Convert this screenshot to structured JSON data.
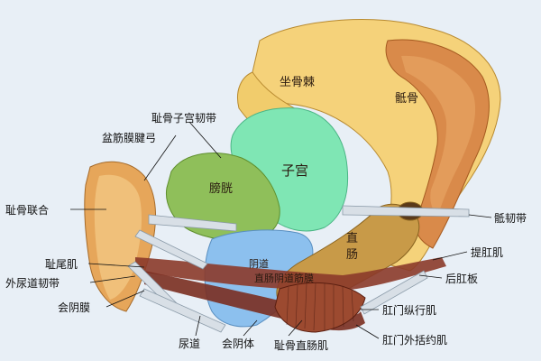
{
  "labels": {
    "sacroiliac_area": "坐骨棘",
    "sacrum": "骶骨",
    "uterus": "子宫",
    "bladder": "膀胱",
    "rectum": "直\n肠",
    "vagina": "阴道",
    "rectovaginal_septum": "直肠阴道筋膜",
    "pubocervical_ligament": "耻骨子宫韧带",
    "tendinous_arch": "盆筋膜腱弓",
    "pubic_symphysis": "耻骨联合",
    "pubococcygeus": "耻尾肌",
    "urethral_ligament": "外尿道韧带",
    "perineal_membrane": "会阴膜",
    "urethra": "尿道",
    "perineal_body": "会阴体",
    "puborectalis": "耻骨直肠肌",
    "external_anal_sphincter": "肛门外括约肌",
    "longitudinal_anal_muscle": "肛门纵行肌",
    "anococcygeal_plate": "后肛板",
    "levator_ani": "提肛肌",
    "sacrospinous_ligament": "骶韧带"
  },
  "colors": {
    "background": "#e8eff6",
    "bone": "#f5d27a",
    "sacrum_marrow": "#d98a4a",
    "uterus": "#7fe6b4",
    "bladder": "#8fbf5a",
    "vagina": "#8cc0ee",
    "rectum": "#c89a48",
    "muscle": "#8b3a2a"
  }
}
